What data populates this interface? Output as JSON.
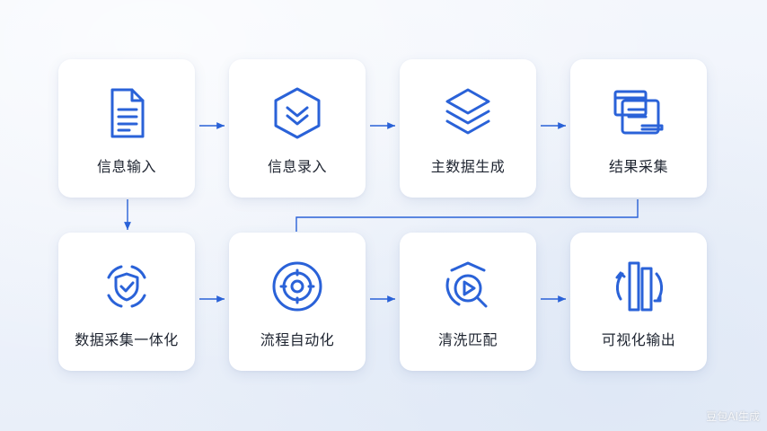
{
  "accent_color": "#2a62d8",
  "steps": [
    {
      "label": "信息输入",
      "icon": "document-icon"
    },
    {
      "label": "信息录入",
      "icon": "hexagon-chevron-icon"
    },
    {
      "label": "主数据生成",
      "icon": "layers-icon"
    },
    {
      "label": "结果采集",
      "icon": "folders-icon"
    },
    {
      "label": "数据采集一体化",
      "icon": "shield-check-icon"
    },
    {
      "label": "流程自动化",
      "icon": "target-gear-icon"
    },
    {
      "label": "清洗匹配",
      "icon": "magnifier-play-icon"
    },
    {
      "label": "可视化输出",
      "icon": "chart-bars-icon"
    }
  ],
  "watermark": "豆包AI生成"
}
